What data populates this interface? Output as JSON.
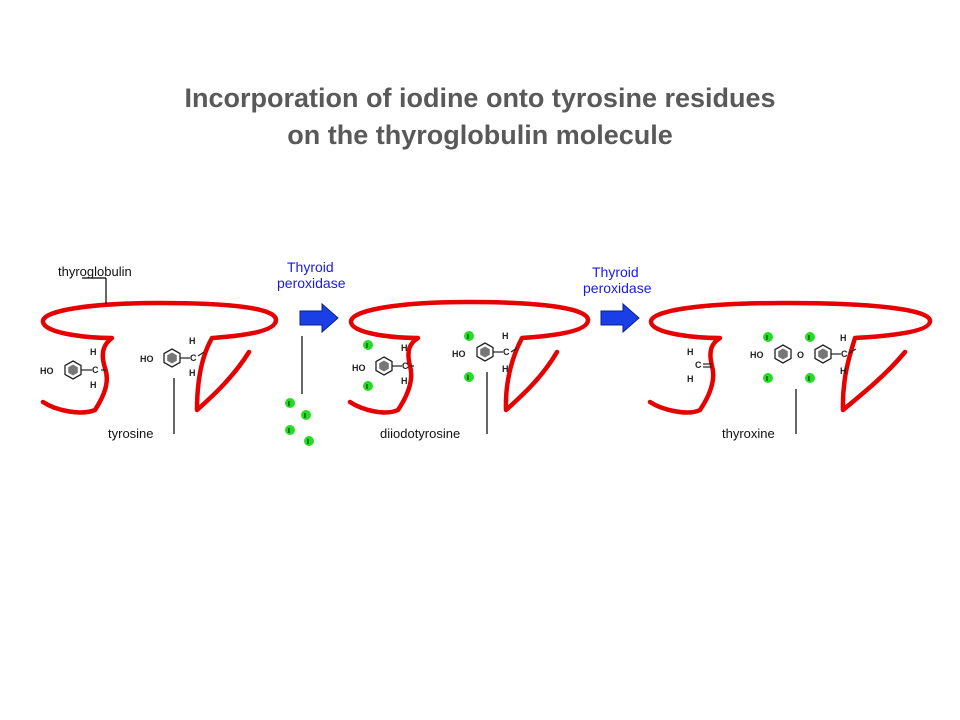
{
  "title": {
    "line1": "Incorporation of iodine onto tyrosine residues",
    "line2": "on the thyroglobulin molecule"
  },
  "labels": {
    "thyroglobulin": "thyroglobulin",
    "tyrosine": "tyrosine",
    "diiodotyrosine": "diiodotyrosine",
    "thyroxine": "thyroxine"
  },
  "enzyme": {
    "line1": "Thyroid",
    "line2": "peroxidase"
  },
  "atoms": {
    "ho": "HO",
    "h": "H",
    "c": "C",
    "o": "O",
    "i": "I"
  },
  "colors": {
    "chain": "#e60000",
    "arrow": "#1a3fe6",
    "iodine": "#22dd22",
    "enzyme_text": "#1a1ae6",
    "title": "#595959"
  }
}
